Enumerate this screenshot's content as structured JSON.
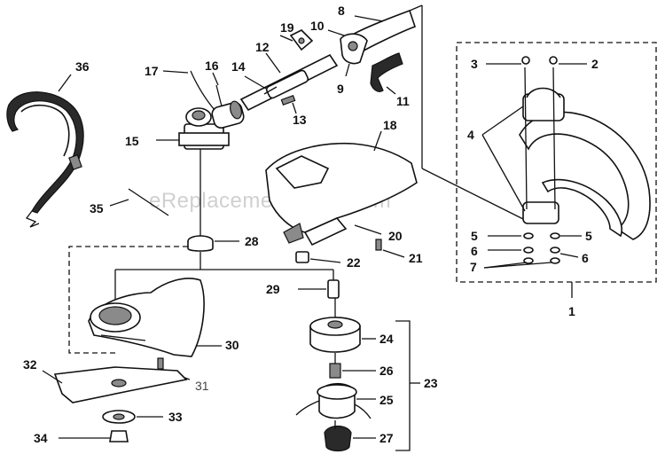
{
  "watermark": "eReplacementParts.com",
  "callouts": {
    "c1": "1",
    "c2": "2",
    "c3": "3",
    "c4": "4",
    "c5a": "5",
    "c5b": "5",
    "c6a": "6",
    "c6b": "6",
    "c7": "7",
    "c8": "8",
    "c9": "9",
    "c10": "10",
    "c11": "11",
    "c12": "12",
    "c13": "13",
    "c14": "14",
    "c15": "15",
    "c16": "16",
    "c17": "17",
    "c18": "18",
    "c19": "19",
    "c20": "20",
    "c21": "21",
    "c22": "22",
    "c23": "23",
    "c24": "24",
    "c25": "25",
    "c26": "26",
    "c27": "27",
    "c28": "28",
    "c29": "29",
    "c30": "30",
    "c31": "31",
    "c32": "32",
    "c33": "33",
    "c34": "34",
    "c35": "35",
    "c36": "36"
  }
}
